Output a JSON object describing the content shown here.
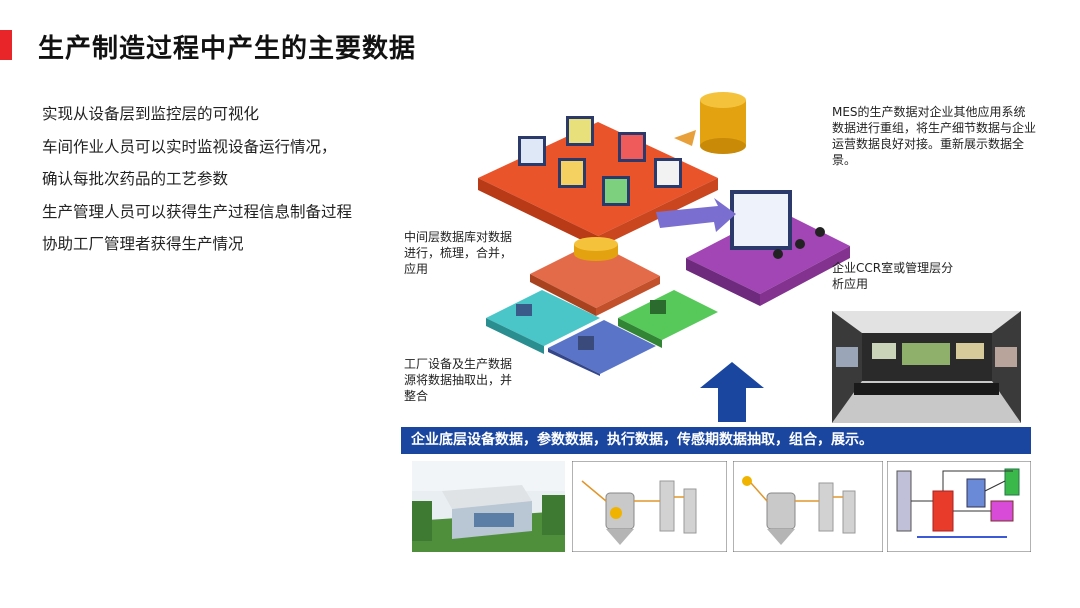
{
  "slide": {
    "title": "生产制造过程中产生的主要数据",
    "bullets": [
      "实现从设备层到监控层的可视化",
      "车间作业人员可以实时监视设备运行情况，",
      "确认每批次药品的工艺参数",
      "生产管理人员可以获得生产过程信息制备过程",
      "协助工厂管理者获得生产情况"
    ],
    "notes": {
      "mes": "MES的生产数据对企业其他应用系统数据进行重组，将生产细节数据与企业运营数据良好对接。重新展示数据全景。",
      "middle": "中间层数据库对数据进行，梳理，合并，应用",
      "ccr": "企业CCR室或管理层分析应用",
      "factory": "工厂设备及生产数据源将数据抽取出，并整合"
    },
    "banner": "企业底层设备数据，参数数据，执行数据，传感期数据抽取，组合，展示。",
    "colors": {
      "accent_red": "#e8262a",
      "banner_blue": "#1a46a0"
    }
  }
}
